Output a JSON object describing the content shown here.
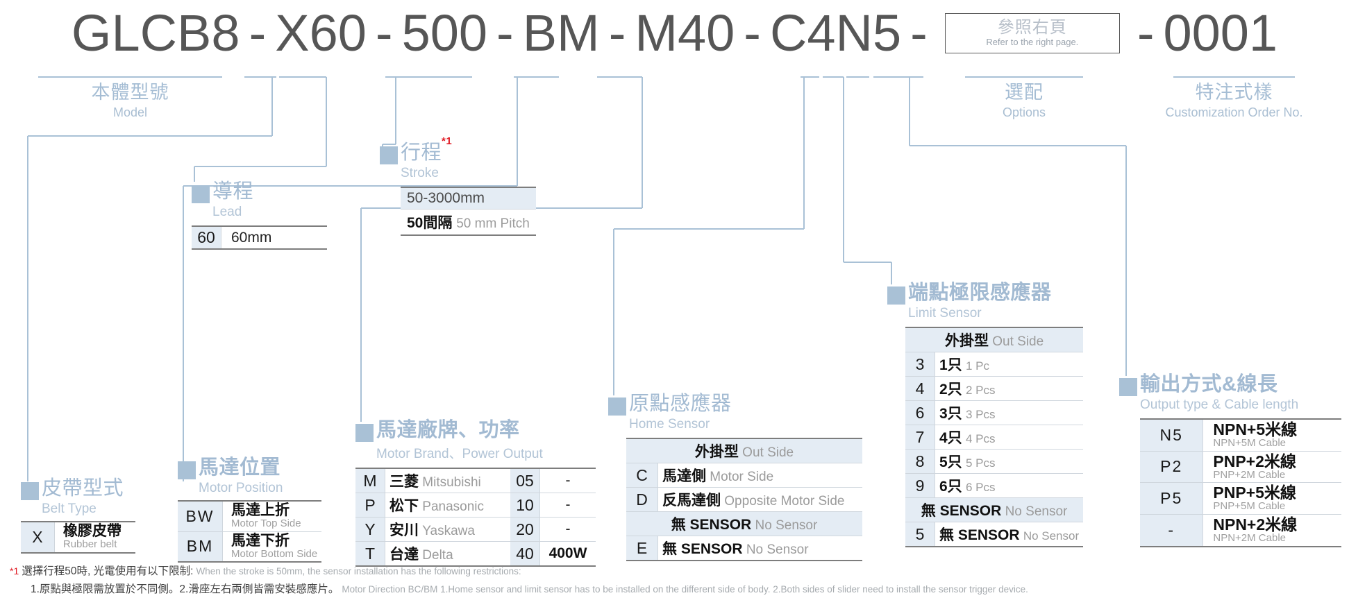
{
  "model_number": {
    "segments": [
      "GLCB8",
      "X60",
      "500",
      "BM",
      "M40",
      "C4N5"
    ],
    "box": {
      "zh": "參照右頁",
      "en": "Refer to the right page."
    },
    "suffix": "0001",
    "separator": "-"
  },
  "top_captions": [
    {
      "zh": "本體型號",
      "en": "Model"
    },
    {
      "zh": "選配",
      "en": "Options"
    },
    {
      "zh": "特注式樣",
      "en": "Customization Order No."
    }
  ],
  "sections": {
    "lead": {
      "zh": "導程",
      "en": "Lead",
      "rows": [
        {
          "code": "60",
          "zh": "60mm",
          "en": ""
        }
      ]
    },
    "stroke": {
      "zh": "行程",
      "sup": "*1",
      "en": "Stroke",
      "range": "50-3000mm",
      "pitch_zh": "50間隔",
      "pitch_en": "50 mm Pitch"
    },
    "belt_type": {
      "zh": "皮帶型式",
      "en": "Belt Type",
      "rows": [
        {
          "code": "X",
          "zh": "橡膠皮帶",
          "en": "Rubber belt"
        }
      ]
    },
    "motor_position": {
      "zh": "馬達位置",
      "en": "Motor Position",
      "rows": [
        {
          "code": "BW",
          "zh": "馬達上折",
          "en": "Motor Top Side"
        },
        {
          "code": "BM",
          "zh": "馬達下折",
          "en": "Motor Bottom Side"
        }
      ]
    },
    "motor_brand": {
      "zh": "馬達廠牌、功率",
      "en": "Motor Brand、Power Output",
      "rows": [
        {
          "code": "M",
          "zh": "三菱",
          "en": "Mitsubishi",
          "power_code": "05",
          "power": "-"
        },
        {
          "code": "P",
          "zh": "松下",
          "en": "Panasonic",
          "power_code": "10",
          "power": "-"
        },
        {
          "code": "Y",
          "zh": "安川",
          "en": "Yaskawa",
          "power_code": "20",
          "power": "-"
        },
        {
          "code": "T",
          "zh": "台達",
          "en": "Delta",
          "power_code": "40",
          "power": "400W"
        }
      ]
    },
    "home_sensor": {
      "zh": "原點感應器",
      "en": "Home Sensor",
      "band1_zh": "外掛型",
      "band1_en": "Out Side",
      "rows1": [
        {
          "code": "C",
          "zh": "馬達側",
          "en": "Motor Side"
        },
        {
          "code": "D",
          "zh": "反馬達側",
          "en": "Opposite Motor Side"
        }
      ],
      "band2_zh": "無 SENSOR",
      "band2_en": "No Sensor",
      "rows2": [
        {
          "code": "E",
          "zh": "無 SENSOR",
          "en": "No Sensor"
        }
      ]
    },
    "limit_sensor": {
      "zh": "端點極限感應器",
      "en": "Limit Sensor",
      "band1_zh": "外掛型",
      "band1_en": "Out Side",
      "rows1": [
        {
          "code": "3",
          "zh": "1只",
          "en": "1 Pc"
        },
        {
          "code": "4",
          "zh": "2只",
          "en": "2 Pcs"
        },
        {
          "code": "6",
          "zh": "3只",
          "en": "3 Pcs"
        },
        {
          "code": "7",
          "zh": "4只",
          "en": "4 Pcs"
        },
        {
          "code": "8",
          "zh": "5只",
          "en": "5 Pcs"
        },
        {
          "code": "9",
          "zh": "6只",
          "en": "6 Pcs"
        }
      ],
      "band2_zh": "無 SENSOR",
      "band2_en": "No Sensor",
      "rows2": [
        {
          "code": "5",
          "zh": "無 SENSOR",
          "en": "No Sensor"
        }
      ]
    },
    "output_cable": {
      "zh": "輸出方式&線長",
      "en": "Output type & Cable length",
      "rows": [
        {
          "code": "N5",
          "zh": "NPN+5米線",
          "en": "NPN+5M Cable"
        },
        {
          "code": "P2",
          "zh": "PNP+2米線",
          "en": "PNP+2M Cable"
        },
        {
          "code": "P5",
          "zh": "PNP+5米線",
          "en": "PNP+5M Cable"
        },
        {
          "code": "-",
          "zh": "NPN+2米線",
          "en": "NPN+2M Cable"
        }
      ]
    }
  },
  "footnotes": {
    "line1_mark": "*1",
    "line1_zh": "選擇行程50時, 光電使用有以下限制:",
    "line1_en": "When the stroke is 50mm, the sensor installation has  the following restrictions:",
    "line2_zh": "1.原點與極限需放置於不同側。2.滑座左右兩側皆需安裝感應片。",
    "line2_en": "Motor Direction BC/BM 1.Home sensor and limit sensor has to be installed on the different side of body.  2.Both sides of slider need to install the sensor trigger device."
  },
  "colors": {
    "line": "#a9c1d6",
    "heading_zh": "#a2bad2",
    "heading_en": "#b2c4d6",
    "code_bg": "#e4ecf4",
    "text": "#222222",
    "en_gray": "#9b9b9b",
    "red": "#e01b24",
    "model_text": "#565656"
  }
}
